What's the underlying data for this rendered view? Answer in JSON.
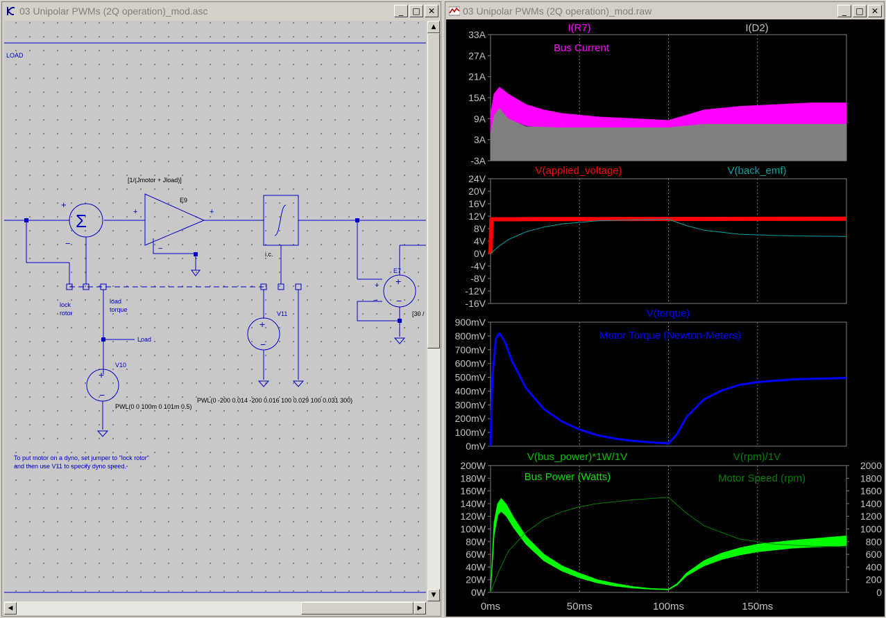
{
  "schematic_window": {
    "title": "03 Unipolar PWMs (2Q operation)_mod.asc",
    "controls": {
      "minimize": "_",
      "maximize": "□",
      "close": "✕"
    },
    "labels": {
      "load_net": "LOAD",
      "gain_expr": "[1/(Jmotor + Jload)]",
      "e9": "E9",
      "plus": "+",
      "minus": "−",
      "ic": "i.c.",
      "e7": "E7",
      "e7_value": "[30 /",
      "lock_rotor_1": "lock",
      "lock_rotor_2": "rotor",
      "load_torque_1": "load",
      "load_torque_2": "torque",
      "load_label": "Load",
      "v10": "V10",
      "v11": "V11",
      "pwl_v10": "PWL(0 0 100m 0 101m 0.5)",
      "pwl_v11": "PWL(0 -200 0.014 -200 0.016 100 0.029 100 0.031 300)",
      "note_1": "To put motor on a dyno, set jumper to \"lock rotor\"",
      "note_2": "and then use V11 to specify dyno speed."
    }
  },
  "waveform_window": {
    "title": "03 Unipolar PWMs (2Q operation)_mod.raw",
    "controls": {
      "minimize": "_",
      "maximize": "□",
      "close": "✕"
    },
    "panes": {
      "p1": {
        "trace_a": "I(R7)",
        "trace_b": "I(D2)",
        "annotation": "Bus Current"
      },
      "p2": {
        "trace_a": "V(applied_voltage)",
        "trace_b": "V(back_emf)"
      },
      "p3": {
        "trace_a": "V(torque)",
        "annotation": "Motor Torque (Newton-Meters)"
      },
      "p4": {
        "trace_a": "V(bus_power)*1W/1V",
        "trace_b": "V(rpm)/1V",
        "annotation_a": "Bus Power (Watts)",
        "annotation_b": "Motor Speed (rpm)"
      }
    },
    "colors": {
      "i_r7": "#ff00ff",
      "i_d2": "#808080",
      "applied": "#ff0000",
      "back_emf": "#00a0a0",
      "torque": "#0000ff",
      "bus_power": "#00ff00",
      "rpm": "#008000",
      "grid": "#808080",
      "text": "#c0c0c0"
    }
  },
  "chart_data": [
    {
      "type": "area",
      "x_axis": {
        "ticks": [
          "0ms",
          "50ms",
          "100ms",
          "150ms"
        ]
      },
      "y_axis": {
        "ticks": [
          "33A",
          "27A",
          "21A",
          "15A",
          "9A",
          "3A",
          "-3A"
        ],
        "ylim": [
          -3,
          33
        ]
      },
      "series": [
        {
          "name": "I(R7)",
          "x": [
            0,
            2,
            5,
            10,
            20,
            30,
            40,
            60,
            80,
            100,
            110,
            120,
            140,
            160,
            180,
            200
          ],
          "y_high": [
            10,
            16,
            18,
            16,
            13,
            11.5,
            10.5,
            9.5,
            9,
            8.5,
            10,
            11.5,
            12.5,
            13,
            13.5,
            13.5
          ],
          "y_low": [
            5,
            10,
            12,
            9,
            7,
            6.5,
            6.5,
            6.5,
            6.5,
            6.5,
            7,
            7.5,
            7.5,
            7.5,
            7.5,
            7.5
          ]
        },
        {
          "name": "I(D2)",
          "x": [
            0,
            2,
            5,
            10,
            20,
            40,
            60,
            80,
            100,
            120,
            160,
            200
          ],
          "y": [
            5,
            10,
            12,
            9,
            6.8,
            6.5,
            6.5,
            6.5,
            6.5,
            7.5,
            7.5,
            7.5
          ]
        }
      ]
    },
    {
      "type": "line",
      "x_axis": {
        "ticks": [
          "0ms",
          "50ms",
          "100ms",
          "150ms"
        ]
      },
      "y_axis": {
        "ticks": [
          "24V",
          "20V",
          "16V",
          "12V",
          "8V",
          "4V",
          "0V",
          "-4V",
          "-8V",
          "-12V",
          "-16V"
        ],
        "ylim": [
          -16,
          24
        ]
      },
      "series": [
        {
          "name": "V(applied_voltage)",
          "x": [
            0,
            0.5,
            200
          ],
          "y": [
            0,
            11,
            11.2
          ]
        },
        {
          "name": "V(back_emf)",
          "x": [
            0,
            5,
            10,
            20,
            30,
            40,
            60,
            80,
            100,
            110,
            120,
            140,
            160,
            180,
            200
          ],
          "y": [
            0,
            2.5,
            4.5,
            7,
            8.5,
            9.5,
            10.5,
            10.8,
            11,
            9,
            7.5,
            6.2,
            5.8,
            5.6,
            5.5
          ]
        }
      ]
    },
    {
      "type": "line",
      "x_axis": {
        "ticks": [
          "0ms",
          "50ms",
          "100ms",
          "150ms"
        ]
      },
      "y_axis": {
        "ticks": [
          "900mV",
          "800mV",
          "700mV",
          "600mV",
          "500mV",
          "400mV",
          "300mV",
          "200mV",
          "100mV",
          "0mV"
        ],
        "ylim": [
          0,
          900
        ]
      },
      "series": [
        {
          "name": "V(torque)",
          "x": [
            0,
            1,
            3,
            5,
            8,
            12,
            20,
            30,
            40,
            50,
            60,
            70,
            80,
            90,
            100,
            105,
            110,
            120,
            130,
            140,
            150,
            170,
            200
          ],
          "y": [
            0,
            500,
            780,
            820,
            760,
            620,
            420,
            270,
            180,
            120,
            80,
            55,
            38,
            28,
            20,
            90,
            210,
            340,
            405,
            445,
            465,
            485,
            495
          ]
        }
      ]
    },
    {
      "type": "line",
      "x_axis": {
        "ticks": [
          "0ms",
          "50ms",
          "100ms",
          "150ms"
        ]
      },
      "y_axis": {
        "ticks": [
          "200W",
          "180W",
          "160W",
          "140W",
          "120W",
          "100W",
          "80W",
          "60W",
          "40W",
          "20W",
          "0W"
        ],
        "ylim": [
          0,
          200
        ]
      },
      "y2_axis": {
        "ticks": [
          "2000",
          "1800",
          "1600",
          "1400",
          "1200",
          "1000",
          "800",
          "600",
          "400",
          "200",
          "0"
        ],
        "ylim": [
          0,
          2000
        ]
      },
      "series": [
        {
          "name": "V(bus_power)*1W/1V",
          "x": [
            0,
            2,
            4,
            6,
            9,
            13,
            20,
            30,
            40,
            50,
            60,
            70,
            80,
            90,
            100,
            105,
            110,
            120,
            130,
            140,
            150,
            170,
            200
          ],
          "y_high": [
            0,
            110,
            140,
            148,
            138,
            118,
            88,
            60,
            42,
            30,
            20,
            14,
            9,
            6,
            5,
            14,
            30,
            50,
            62,
            70,
            76,
            82,
            89
          ],
          "y_low": [
            0,
            90,
            122,
            128,
            120,
            102,
            76,
            50,
            34,
            23,
            15,
            10,
            7,
            5,
            4,
            12,
            26,
            42,
            52,
            59,
            64,
            70,
            74
          ]
        },
        {
          "name": "V(rpm)/1V",
          "x": [
            0,
            5,
            10,
            20,
            30,
            40,
            50,
            60,
            80,
            100,
            110,
            120,
            140,
            160,
            180,
            200
          ],
          "y": [
            0,
            350,
            650,
            950,
            1150,
            1270,
            1350,
            1400,
            1460,
            1500,
            1250,
            1050,
            840,
            760,
            730,
            720
          ]
        }
      ]
    }
  ]
}
